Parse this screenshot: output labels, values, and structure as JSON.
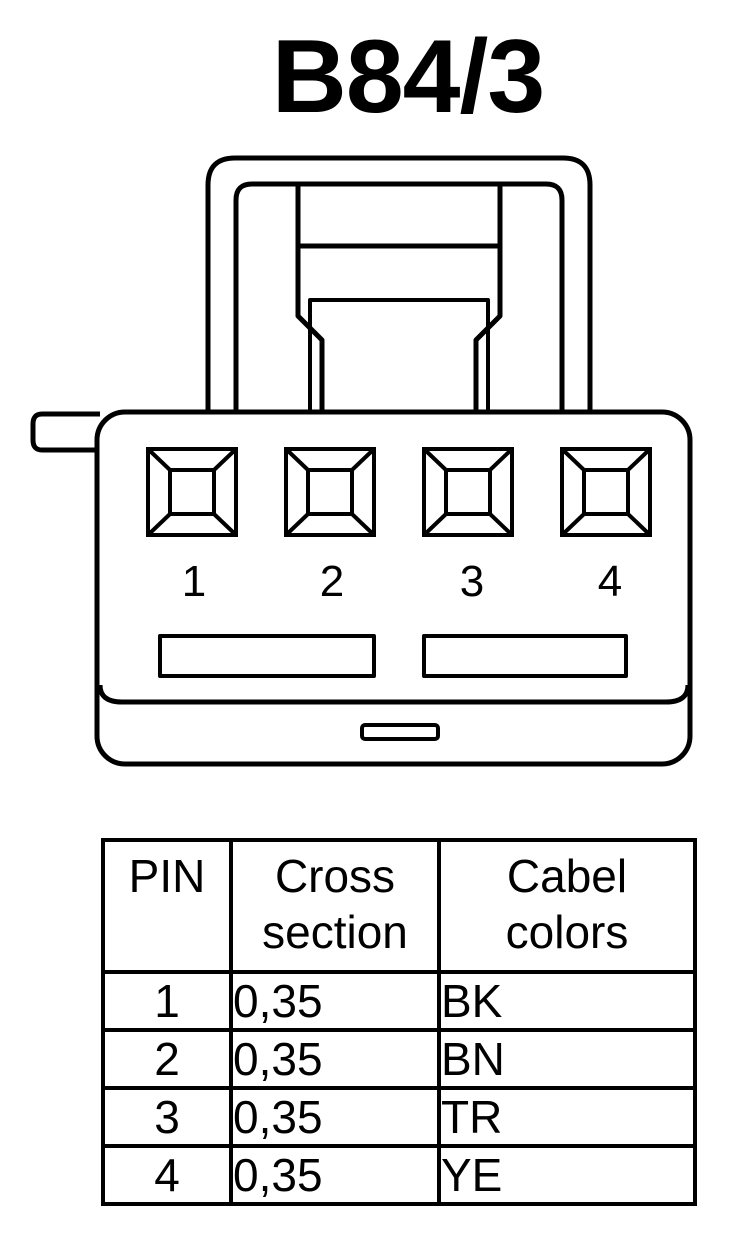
{
  "title": "B84/3",
  "connector": {
    "pins": [
      "1",
      "2",
      "3",
      "4"
    ]
  },
  "table": {
    "headers": {
      "pin": "PIN",
      "cross_line1": "Cross",
      "cross_line2": "section",
      "colors_line1": "Cabel",
      "colors_line2": "colors"
    },
    "rows": [
      {
        "pin": "1",
        "cross": "0,35",
        "color": "BK"
      },
      {
        "pin": "2",
        "cross": "0,35",
        "color": "BN"
      },
      {
        "pin": "3",
        "cross": "0,35",
        "color": "TR"
      },
      {
        "pin": "4",
        "cross": "0,35",
        "color": "YE"
      }
    ]
  }
}
